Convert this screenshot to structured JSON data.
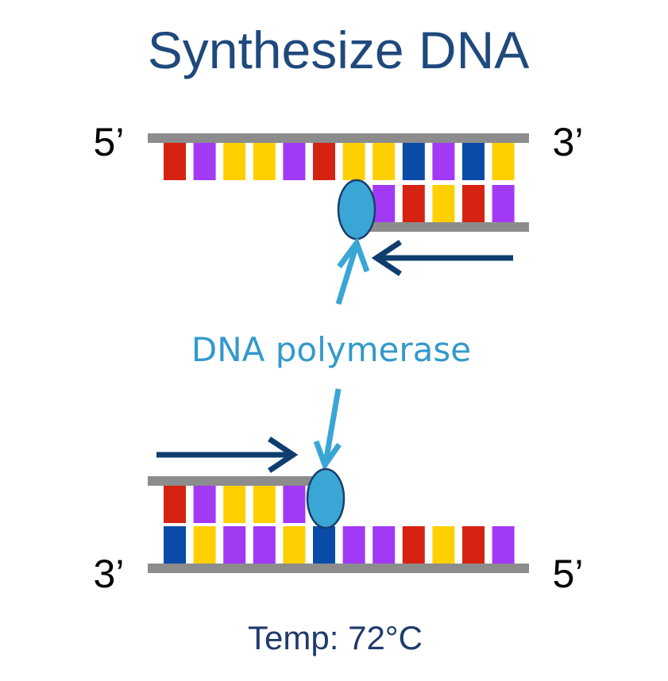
{
  "title": "Synthesize DNA",
  "colors": {
    "title": "#1f497d",
    "backbone": "#8c8c8c",
    "red": "#d62211",
    "purple": "#a239f5",
    "yellow": "#ffd000",
    "blue": "#0a4ba8",
    "polymerase_fill": "#3aa6d6",
    "polymerase_stroke": "#17406b",
    "pointer_arrow": "#3aa6d6",
    "direction_arrow": "#0f3d6e",
    "end_label": "#000000",
    "polymerase_label": "#3399cc",
    "temp_label": "#1f3a6b"
  },
  "top_strand": {
    "left_end": "5’",
    "right_end": "3’",
    "template_bases": [
      "red",
      "purple",
      "yellow",
      "yellow",
      "purple",
      "red",
      "yellow",
      "yellow",
      "blue",
      "purple",
      "blue",
      "yellow"
    ],
    "new_bases": [
      "purple",
      "red",
      "yellow",
      "red",
      "purple"
    ],
    "new_start_index": 7,
    "direction": "left"
  },
  "bottom_strand": {
    "left_end": "3’",
    "right_end": "5’",
    "template_bases": [
      "blue",
      "yellow",
      "purple",
      "purple",
      "yellow",
      "blue",
      "purple",
      "purple",
      "red",
      "yellow",
      "red",
      "purple"
    ],
    "new_bases": [
      "red",
      "purple",
      "yellow",
      "yellow",
      "purple"
    ],
    "new_start_index": 0,
    "direction": "right"
  },
  "polymerase_label": "DNA polymerase",
  "temperature": "Temp: 72°C"
}
